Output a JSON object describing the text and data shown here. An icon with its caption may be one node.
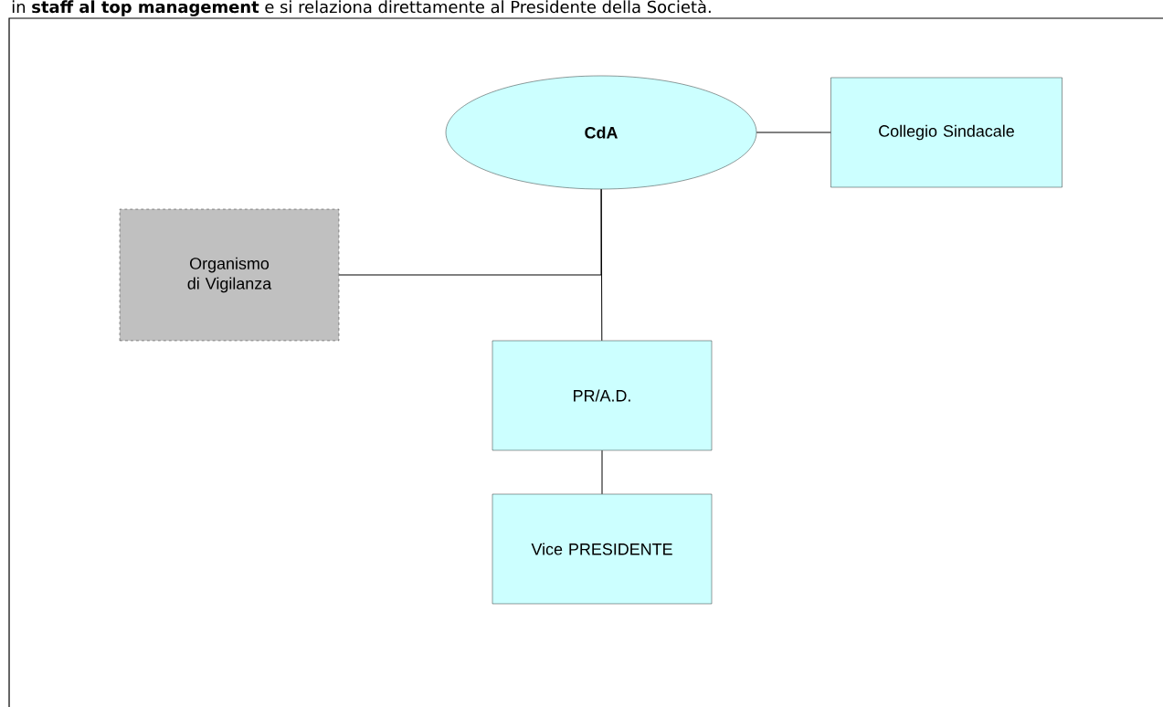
{
  "diagram": {
    "caption": "in **staff al top management** e si relaziona direttamente al Presidente della Società.",
    "nodes": [
      {
        "text": [
          "CdA"
        ]
      },
      {
        "text": [
          "Collegio Sindacale"
        ]
      },
      {
        "text": [
          "Organismo di Vigilanza"
        ]
      },
      {
        "text": [
          "PR/A.D."
        ]
      },
      {
        "text": [
          "Vice PRESIDENTE"
        ]
      }
    ],
    "edges": [
      {
        "from": 0,
        "to": 1,
        "arrow": "none"
      },
      {
        "from": 0,
        "to": 3,
        "arrow": "none"
      },
      {
        "from": 2,
        "to": 0,
        "arrow": "none"
      },
      {
        "from": 3,
        "to": 4,
        "arrow": "none"
      }
    ]
  }
}
